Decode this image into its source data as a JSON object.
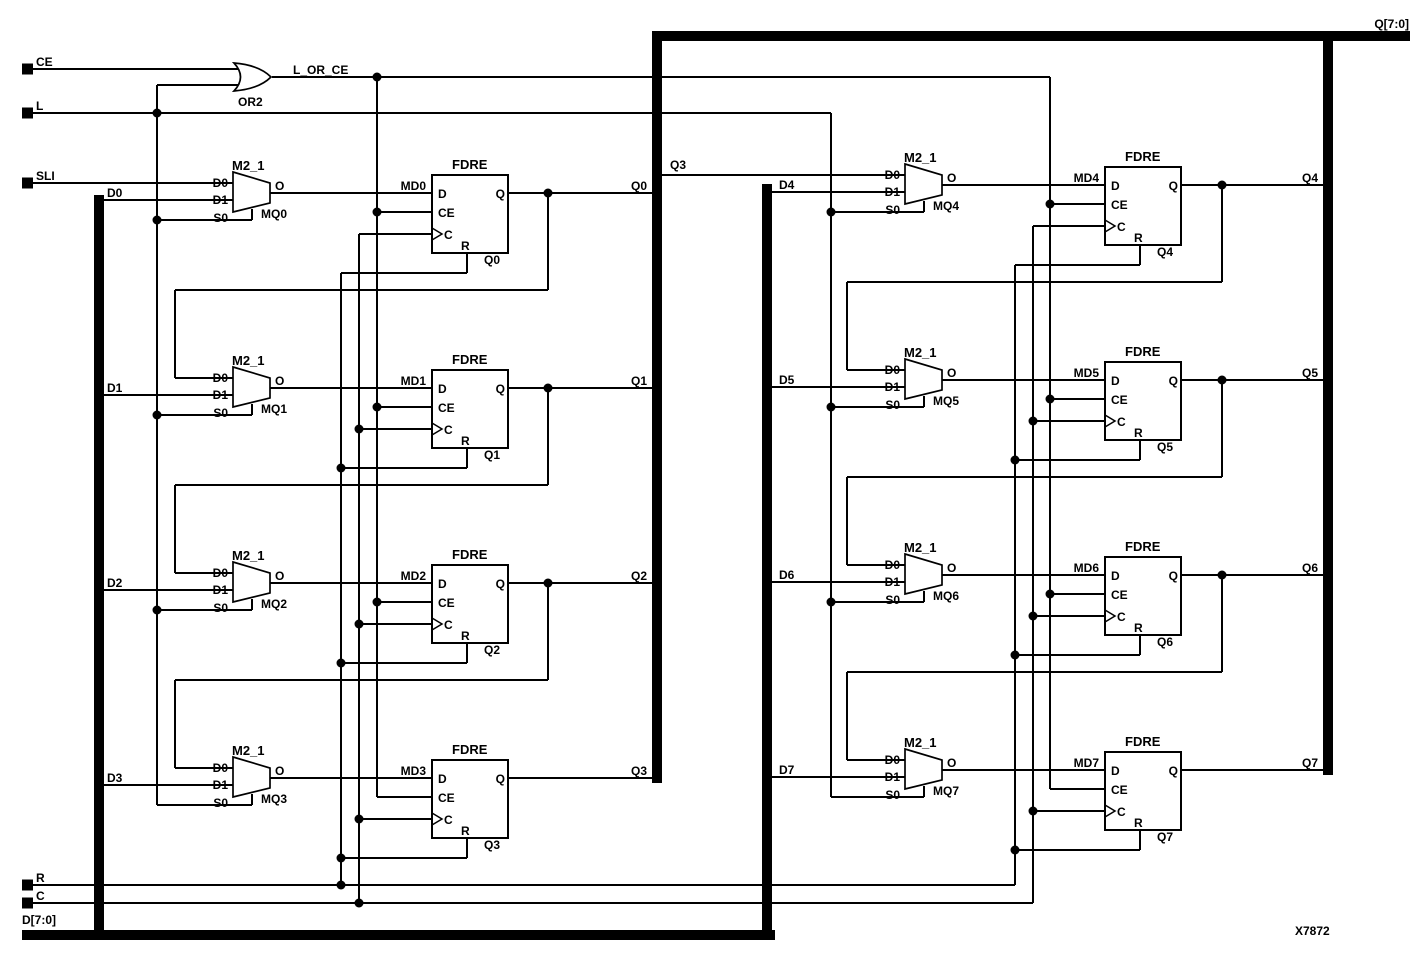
{
  "figure_label": "X7872",
  "colors": {
    "ink": "#000000",
    "background": "#ffffff"
  },
  "ports": {
    "ce": "CE",
    "l": "L",
    "sli": "SLI",
    "r": "R",
    "c": "C",
    "d_bus": "D[7:0]",
    "q_bus": "Q[7:0]"
  },
  "or_gate": {
    "type_label": "OR2",
    "output_net": "L_OR_CE"
  },
  "symbols": {
    "mux": {
      "type_label": "M2_1",
      "pin_d0": "D0",
      "pin_d1": "D1",
      "pin_s0": "S0",
      "pin_o": "O"
    },
    "ff": {
      "type_label": "FDRE",
      "pin_d": "D",
      "pin_ce": "CE",
      "pin_c": "C",
      "pin_q": "Q",
      "pin_r": "R"
    }
  },
  "rows": [
    {
      "mux_inst": "MQ0",
      "ff_inst": "Q0",
      "md_net": "MD0",
      "q_net": "Q0",
      "d_net": "D0"
    },
    {
      "mux_inst": "MQ1",
      "ff_inst": "Q1",
      "md_net": "MD1",
      "q_net": "Q1",
      "d_net": "D1"
    },
    {
      "mux_inst": "MQ2",
      "ff_inst": "Q2",
      "md_net": "MD2",
      "q_net": "Q2",
      "d_net": "D2"
    },
    {
      "mux_inst": "MQ3",
      "ff_inst": "Q3",
      "md_net": "MD3",
      "q_net": "Q3",
      "d_net": "D3"
    },
    {
      "mux_inst": "MQ4",
      "ff_inst": "Q4",
      "md_net": "MD4",
      "q_net": "Q4",
      "d_net": "D4",
      "d0_tap_net": "Q3"
    },
    {
      "mux_inst": "MQ5",
      "ff_inst": "Q5",
      "md_net": "MD5",
      "q_net": "Q5",
      "d_net": "D5"
    },
    {
      "mux_inst": "MQ6",
      "ff_inst": "Q6",
      "md_net": "MD6",
      "q_net": "Q6",
      "d_net": "D6"
    },
    {
      "mux_inst": "MQ7",
      "ff_inst": "Q7",
      "md_net": "MD7",
      "q_net": "Q7",
      "d_net": "D7"
    }
  ]
}
